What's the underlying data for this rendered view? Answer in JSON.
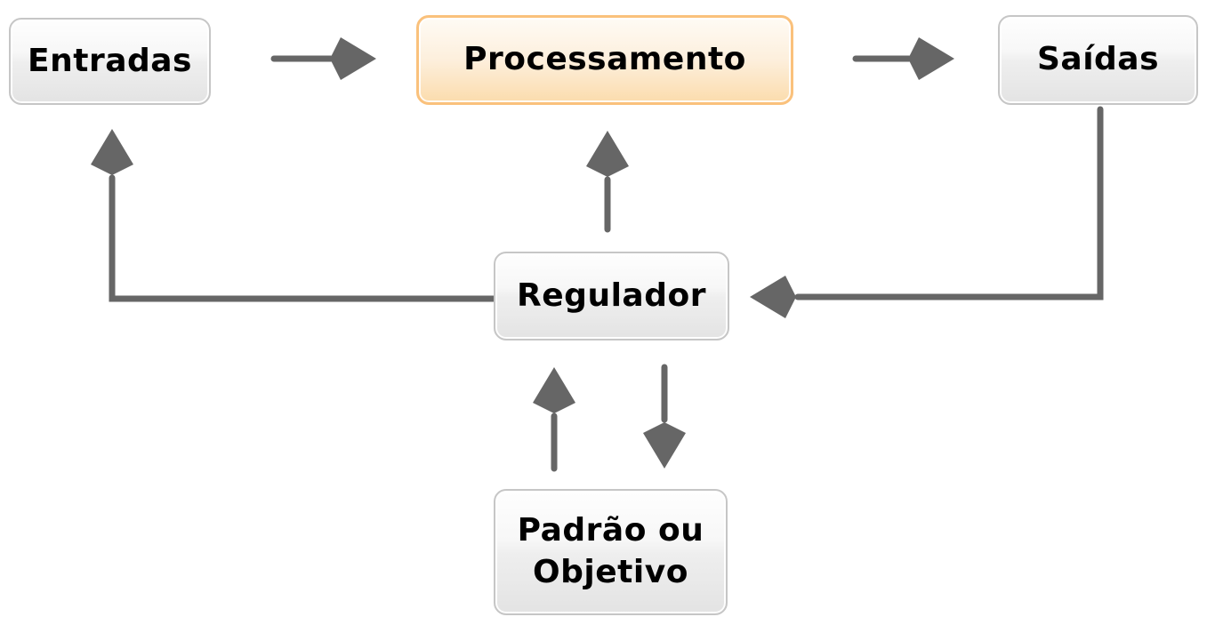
{
  "diagram": {
    "type": "flowchart",
    "nodes": {
      "entradas": {
        "label": "Entradas",
        "style": "gray"
      },
      "processamento": {
        "label": "Processamento",
        "style": "orange"
      },
      "saidas": {
        "label": "Saídas",
        "style": "gray"
      },
      "regulador": {
        "label": "Regulador",
        "style": "gray"
      },
      "padrao_objetivo": {
        "label": "Padrão ou Objetivo",
        "style": "gray"
      }
    },
    "edges": [
      {
        "id": "entradas-to-processamento",
        "from": "Entradas",
        "to": "Processamento",
        "direction": "right"
      },
      {
        "id": "processamento-to-saidas",
        "from": "Processamento",
        "to": "Saídas",
        "direction": "right"
      },
      {
        "id": "regulador-to-processamento",
        "from": "Regulador",
        "to": "Processamento",
        "direction": "up"
      },
      {
        "id": "saidas-to-regulador",
        "from": "Saídas",
        "to": "Regulador",
        "direction": "down-then-left"
      },
      {
        "id": "regulador-to-entradas",
        "from": "Regulador",
        "to": "Entradas",
        "direction": "left-then-up"
      },
      {
        "id": "padrao-objetivo-to-regulador",
        "from": "Padrão ou Objetivo",
        "to": "Regulador",
        "direction": "up"
      },
      {
        "id": "regulador-to-padrao-objetivo",
        "from": "Regulador",
        "to": "Padrão ou Objetivo",
        "direction": "down"
      }
    ],
    "colors": {
      "background": "#FFFFFF",
      "text": "#000000",
      "arrow": "#666666",
      "gray_node_border": "#C6C6C6",
      "gray_node_gradient_top": "#FEFEFE",
      "gray_node_gradient_bottom": "#E3E3E3",
      "orange_node_border": "#FAC17C",
      "orange_node_gradient_top": "#FEFBF5",
      "orange_node_gradient_bottom": "#FBDCAD"
    }
  }
}
